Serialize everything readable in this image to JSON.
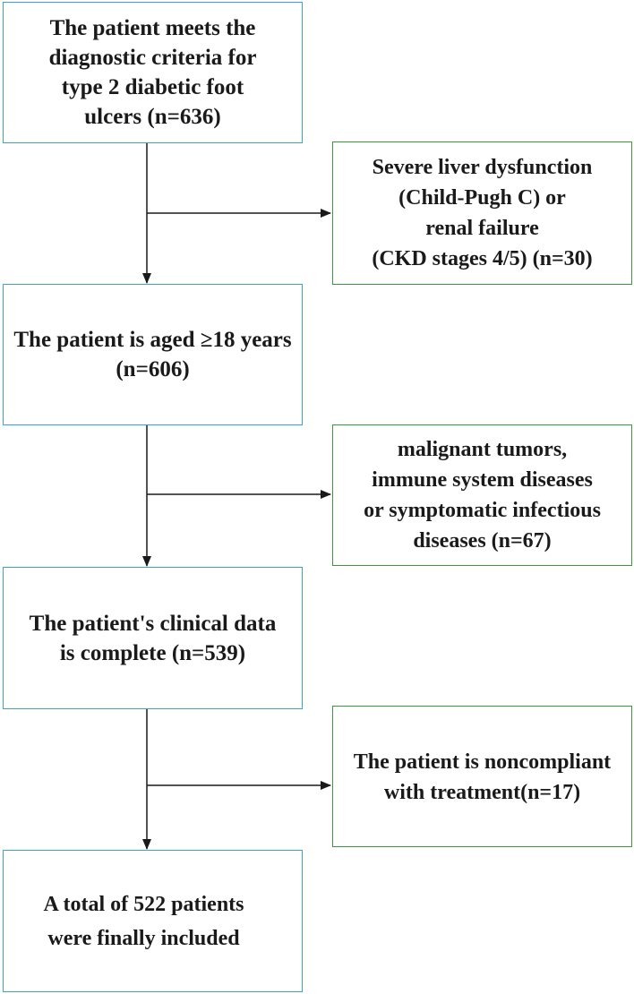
{
  "colors": {
    "main_border": "#3aa0dc",
    "exclusion_border": "#3a9a3a",
    "arrow": "#1a1a1a"
  },
  "main_steps": [
    {
      "lines": [
        "The patient meets the",
        "diagnostic criteria for",
        "type 2 diabetic foot",
        "ulcers (n=636)"
      ]
    },
    {
      "lines": [
        "The patient is aged ≥18 years",
        "(n=606)"
      ]
    },
    {
      "lines": [
        "The patient's clinical data",
        "is complete (n=539)"
      ]
    },
    {
      "lines": [
        "A total of 522 patients",
        "were finally included"
      ]
    }
  ],
  "exclusions": [
    {
      "lines": [
        "Severe liver dysfunction",
        "(Child-Pugh C) or",
        "renal failure",
        "(CKD stages 4/5) (n=30)"
      ]
    },
    {
      "lines": [
        "malignant tumors,",
        "immune system diseases",
        "or symptomatic infectious",
        "diseases (n=67)"
      ]
    },
    {
      "lines": [
        "The patient is noncompliant",
        "with treatment(n=17)"
      ]
    }
  ]
}
